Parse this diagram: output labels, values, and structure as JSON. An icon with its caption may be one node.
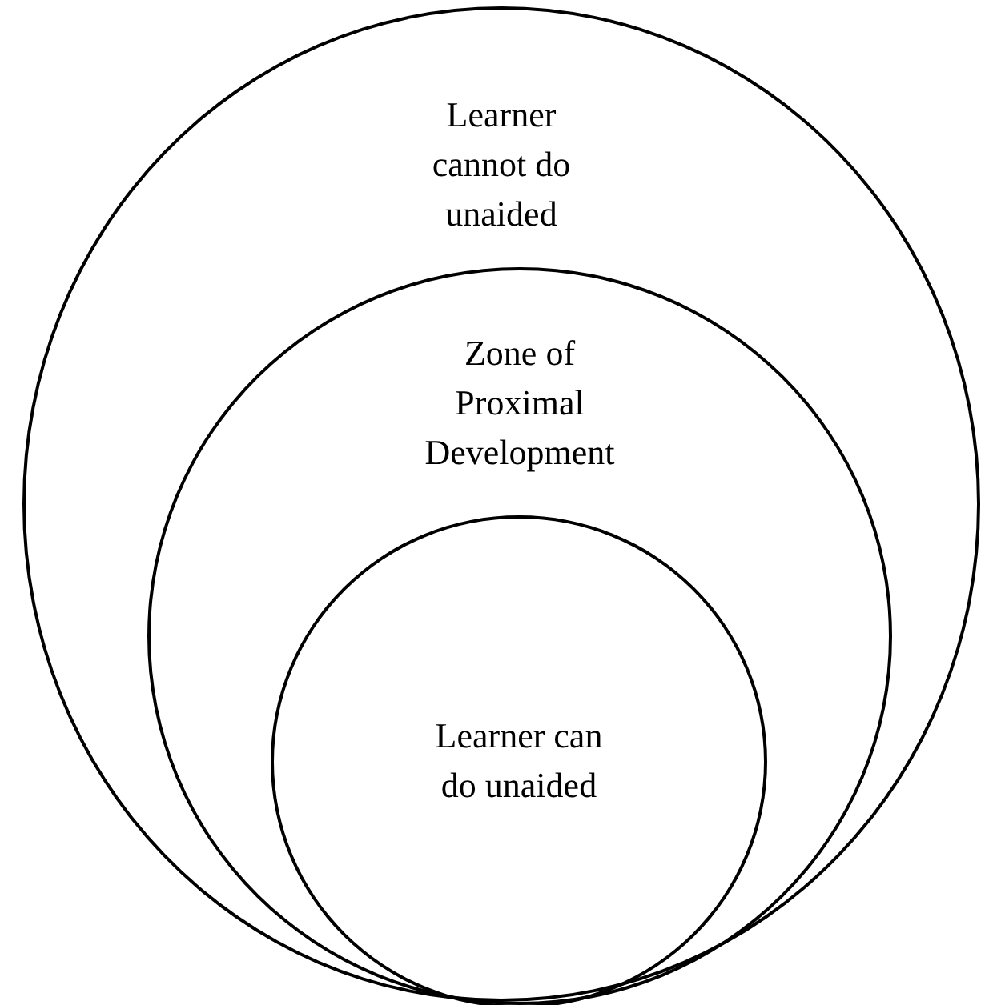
{
  "diagram": {
    "nodes": [
      {
        "text": [
          "Learner cannot do unaided"
        ]
      },
      {
        "text": [
          "Zone of Proximal Development"
        ],
        "in": 0
      },
      {
        "text": [
          "Learner can do unaided"
        ],
        "in": 1
      }
    ]
  }
}
